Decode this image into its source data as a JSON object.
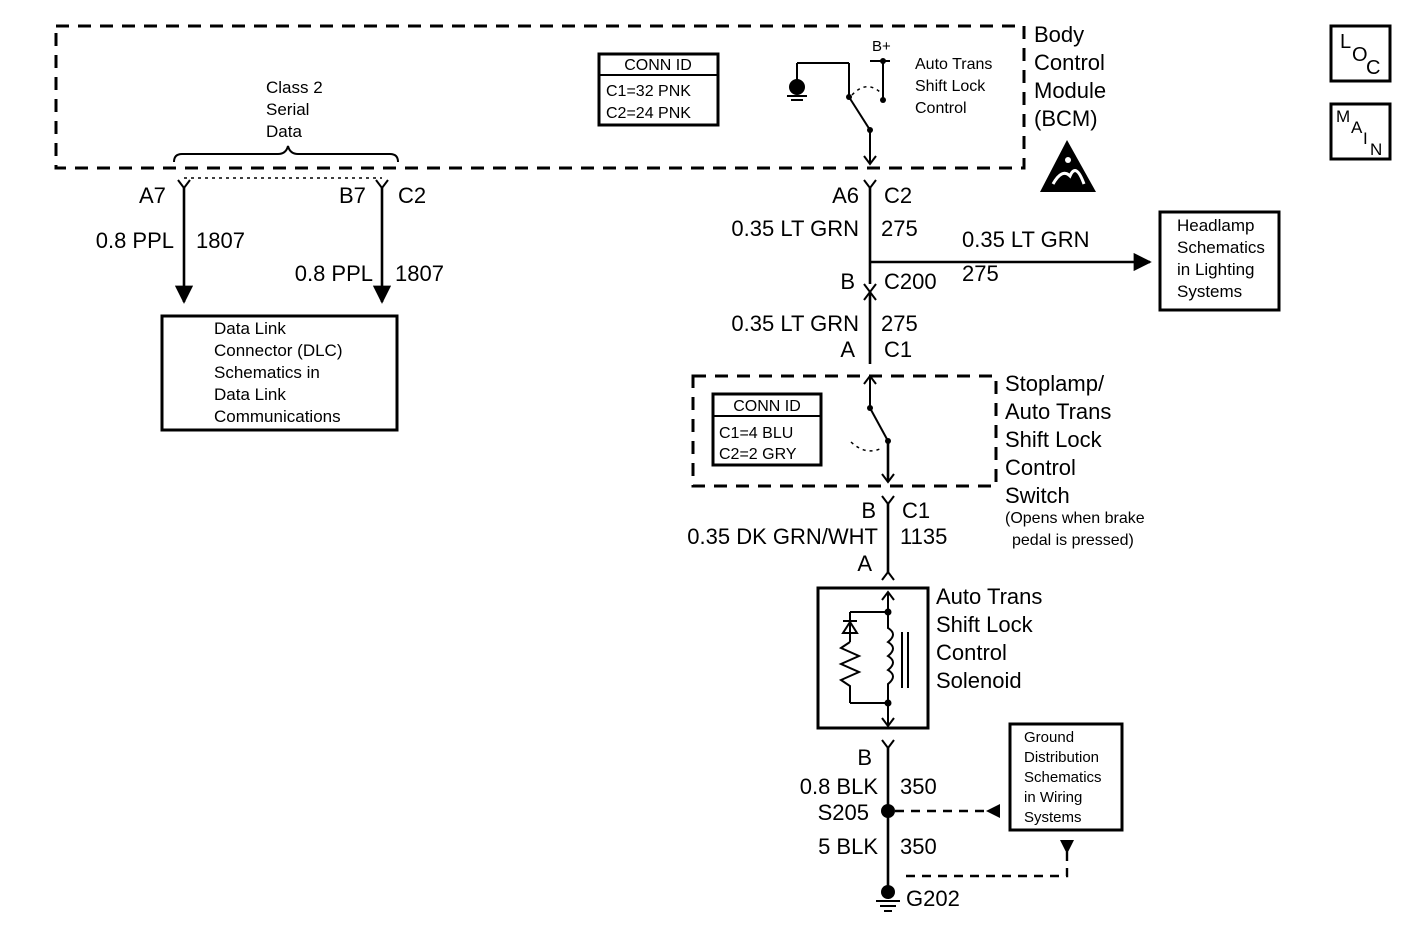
{
  "bcm": {
    "title": [
      "Body",
      "Control",
      "Module",
      "(BCM)"
    ],
    "conn_id": {
      "header": "CONN ID",
      "lines": [
        "C1=32 PNK",
        "C2=24 PNK"
      ]
    },
    "class2": [
      "Class 2",
      "Serial",
      "Data"
    ],
    "bplus": "B+",
    "shift_lock": [
      "Auto Trans",
      "Shift Lock",
      "Control"
    ]
  },
  "pins": {
    "a7": "A7",
    "b7": "B7",
    "c2_left": "C2",
    "a6": "A6",
    "c2_right": "C2",
    "b_c200": "B",
    "c200": "C200",
    "a_c1": "A",
    "c1_top": "C1",
    "b_switch": "B",
    "c1_switch": "C1",
    "a_solenoid": "A",
    "b_solenoid": "B"
  },
  "wires": {
    "ppl_left": "0.8 PPL",
    "ppl_left_circuit": "1807",
    "ppl_right": "0.8 PPL",
    "ppl_right_circuit": "1807",
    "ltgrn_1": "0.35 LT GRN",
    "ltgrn_1_circuit": "275",
    "ltgrn_branch": "0.35 LT GRN",
    "ltgrn_branch_circuit": "275",
    "ltgrn_2": "0.35 LT GRN",
    "ltgrn_2_circuit": "275",
    "dkgrn": "0.35 DK GRN/WHT",
    "dkgrn_circuit": "1135",
    "blk_1": "0.8 BLK",
    "blk_1_circuit": "350",
    "blk_2": "5 BLK",
    "blk_2_circuit": "350"
  },
  "dlc": {
    "lines": [
      "Data Link",
      "Connector (DLC)",
      "Schematics in",
      "Data Link",
      "Communications"
    ]
  },
  "headlamp": {
    "lines": [
      "Headlamp",
      "Schematics",
      "in Lighting",
      "Systems"
    ]
  },
  "switch": {
    "title": [
      "Stoplamp/",
      "Auto Trans",
      "Shift Lock",
      "Control",
      "Switch"
    ],
    "note": [
      "(Opens when brake",
      "pedal is pressed)"
    ],
    "conn_id": {
      "header": "CONN ID",
      "lines": [
        "C1=4 BLU",
        "C2=2 GRY"
      ]
    }
  },
  "solenoid": {
    "title": [
      "Auto Trans",
      "Shift Lock",
      "Control",
      "Solenoid"
    ]
  },
  "ground": {
    "splice": "S205",
    "ground_point": "G202",
    "dist_lines": [
      "Ground",
      "Distribution",
      "Schematics",
      "in Wiring",
      "Systems"
    ]
  },
  "nav": {
    "loc": [
      "L",
      "O",
      "C"
    ],
    "main": [
      "M",
      "A",
      "I",
      "N"
    ]
  }
}
